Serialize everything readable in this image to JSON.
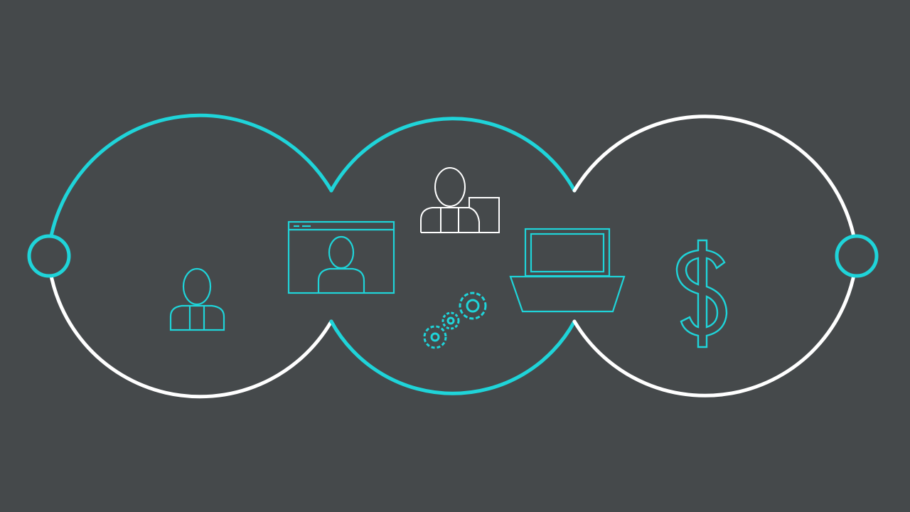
{
  "colors": {
    "background": "#45494b",
    "accent": "#1fd4d9",
    "inactive": "#ffffff"
  },
  "diagram": {
    "stages": [
      {
        "id": "stage-1",
        "top_arc": "accent",
        "bottom_arc": "inactive",
        "icons": [
          "person-icon"
        ]
      },
      {
        "id": "stage-2",
        "top_arc": "accent",
        "bottom_arc": "accent",
        "icons": [
          "video-call-icon",
          "user-document-icon",
          "gears-icon",
          "laptop-icon"
        ]
      },
      {
        "id": "stage-3",
        "top_arc": "inactive",
        "bottom_arc": "inactive",
        "icons": [
          "dollar-icon"
        ]
      }
    ],
    "endpoints": [
      "start-node",
      "end-node"
    ]
  }
}
